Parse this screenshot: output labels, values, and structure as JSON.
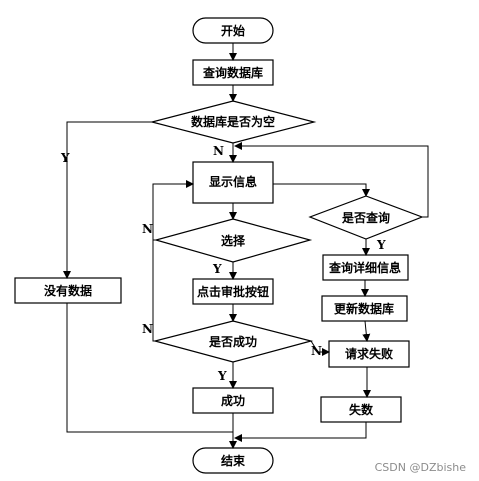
{
  "nodes": {
    "start": "开始",
    "query_db": "查询数据库",
    "db_empty": "数据库是否为空",
    "show_info": "显示信息",
    "select": "选择",
    "click_approve": "点击审批按钮",
    "is_success": "是否成功",
    "success": "成功",
    "no_data": "没有数据",
    "is_query": "是否查询",
    "query_detail": "查询详细信息",
    "update_db": "更新数据库",
    "request_fail": "请求失败",
    "fail": "失数",
    "end": "结束"
  },
  "edge_labels": {
    "db_empty_yes": "Y",
    "db_empty_no": "N",
    "select_no": "N",
    "select_yes": "Y",
    "success_no_loop": "N",
    "success_yes": "Y",
    "success_no_right": "N",
    "query_yes": "Y"
  },
  "watermark": "CSDN @DZbishe"
}
